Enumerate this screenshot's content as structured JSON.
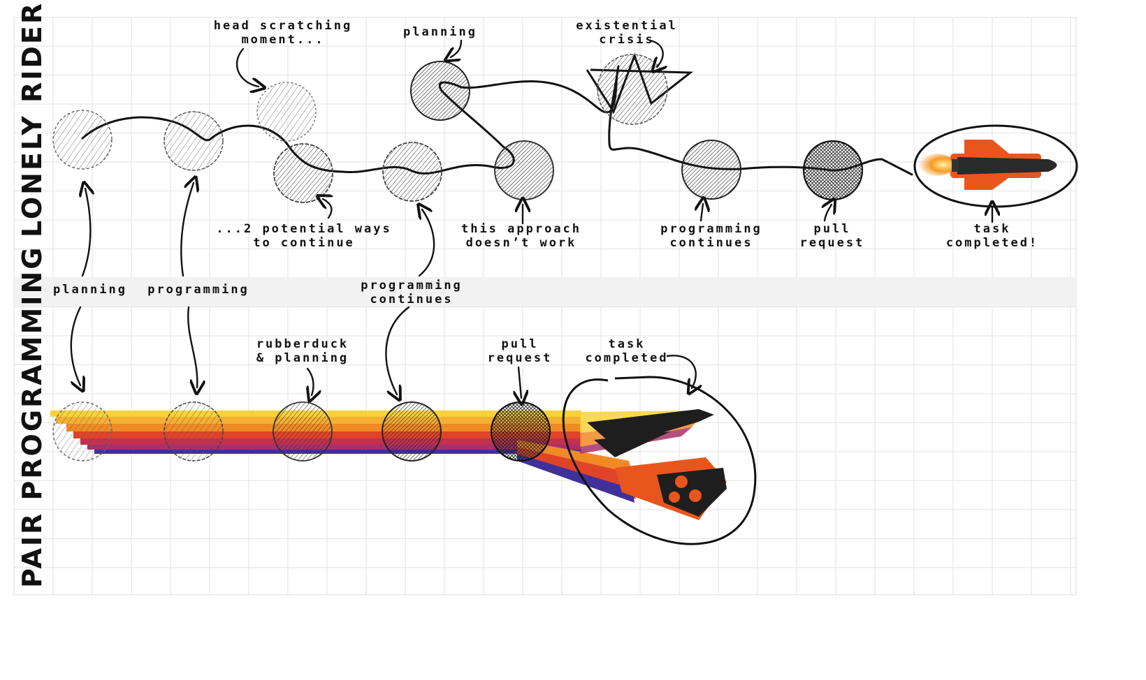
{
  "rows": {
    "top_title": "LONELY RIDER",
    "bottom_title": "PAIR PROGRAMMING"
  },
  "lonely_rider": {
    "planning_1": "planning",
    "programming": "programming",
    "head_scratching": "head scratching\nmoment...",
    "two_ways": "...2 potential ways\nto continue",
    "programming_continues_1": "programming\ncontinues",
    "planning_2": "planning",
    "approach_fails": "this approach\ndoesn’t work",
    "existential_crisis": "existential\ncrisis",
    "programming_continues_2": "programming\ncontinues",
    "pull_request": "pull\nrequest",
    "task_completed": "task\ncompleted!"
  },
  "pair_programming": {
    "rubberduck": "rubberduck\n& planning",
    "pull_request": "pull\nrequest",
    "task_completed": "task\ncompleted"
  },
  "colors": {
    "grid": "#e8e8e8",
    "band": "#f2f2f2",
    "ink": "#111111",
    "stripe_yellow": "#f7d23a",
    "stripe_orange": "#f08a24",
    "stripe_red": "#e04428",
    "stripe_magenta": "#a8306a",
    "stripe_indigo": "#40309a",
    "rocket_orange": "#e8561e"
  }
}
